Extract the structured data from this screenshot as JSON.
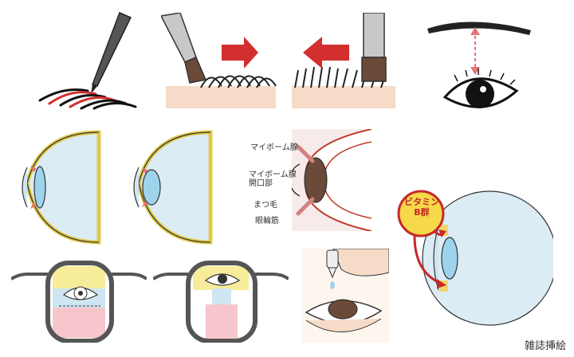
{
  "labels": {
    "meibomian_gland": "マイボーム腺",
    "meibomian_opening_line1": "マイボーム腺",
    "meibomian_opening_line2": "開口部",
    "eyelash": "まつ毛",
    "orbicularis": "眼輪筋",
    "vitamin_badge_line1": "ビタミン",
    "vitamin_badge_line2": "B群"
  },
  "credit": "雑誌挿絵",
  "colors": {
    "arrow_red": "#d32f2f",
    "eye_fill": "#dcecf5",
    "lid_yellow": "#f2e36b",
    "lens_blue": "#9ed3ec",
    "skin": "#f6dcc8",
    "pink_zone": "#f6c6cc",
    "yellow_zone": "#f6ec9a"
  }
}
